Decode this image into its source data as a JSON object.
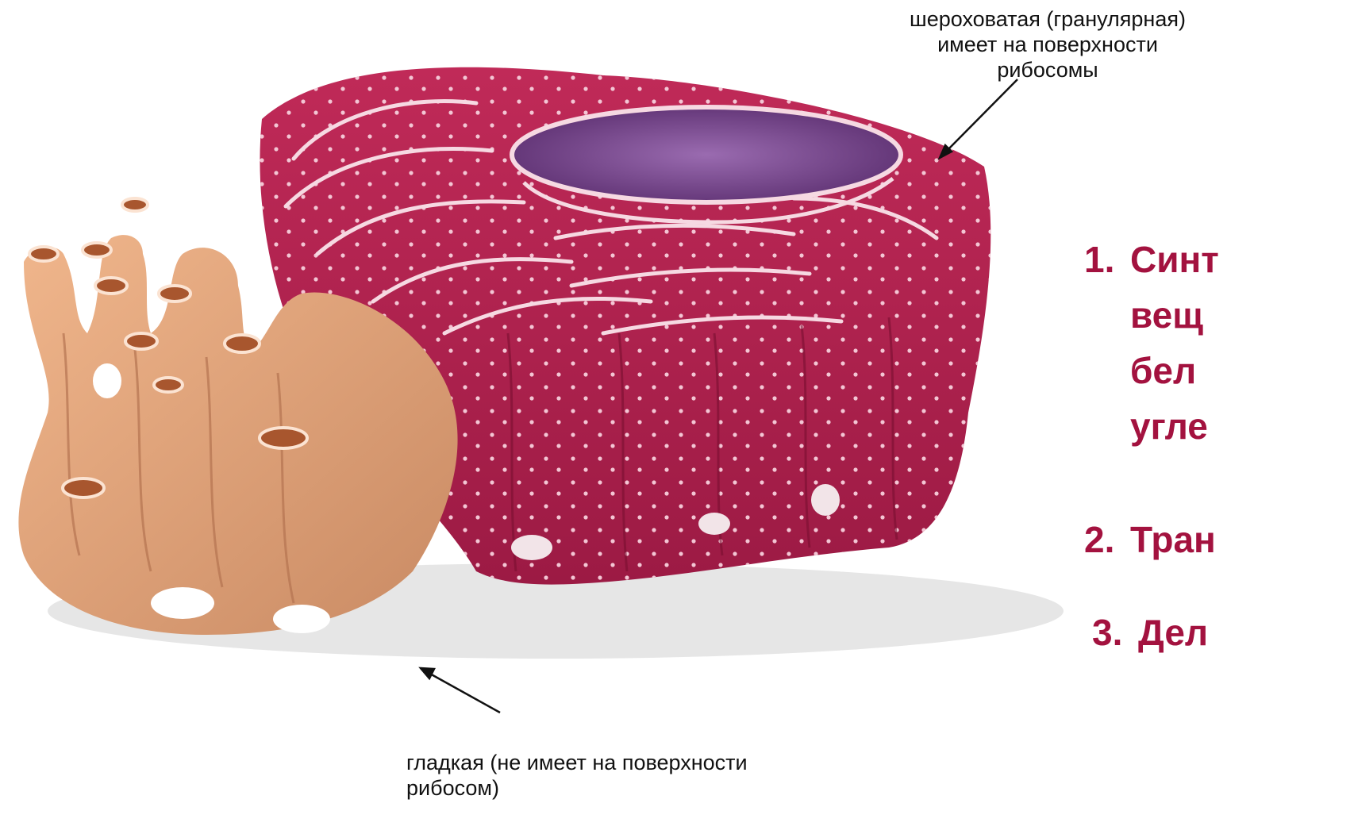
{
  "labels": {
    "rough_er": [
      "шероховатая (гранулярная)",
      "имеет на поверхности",
      "рибосомы"
    ],
    "smooth_er": [
      "гладкая (не имеет на поверхности",
      "рибосом)"
    ]
  },
  "functions": [
    {
      "number": "1.",
      "lines": [
        "Синт",
        "вещ",
        "бел",
        "угле"
      ]
    },
    {
      "number": "2.",
      "lines": [
        "Тран"
      ]
    },
    {
      "number": "3.",
      "lines": [
        "Дел"
      ]
    }
  ],
  "colors": {
    "rough_er": "#b5214f",
    "rough_er_dark": "#7a0f31",
    "smooth_er": "#e0a27a",
    "nucleus": "#7a4a8e",
    "text_accent": "#a3123f"
  }
}
